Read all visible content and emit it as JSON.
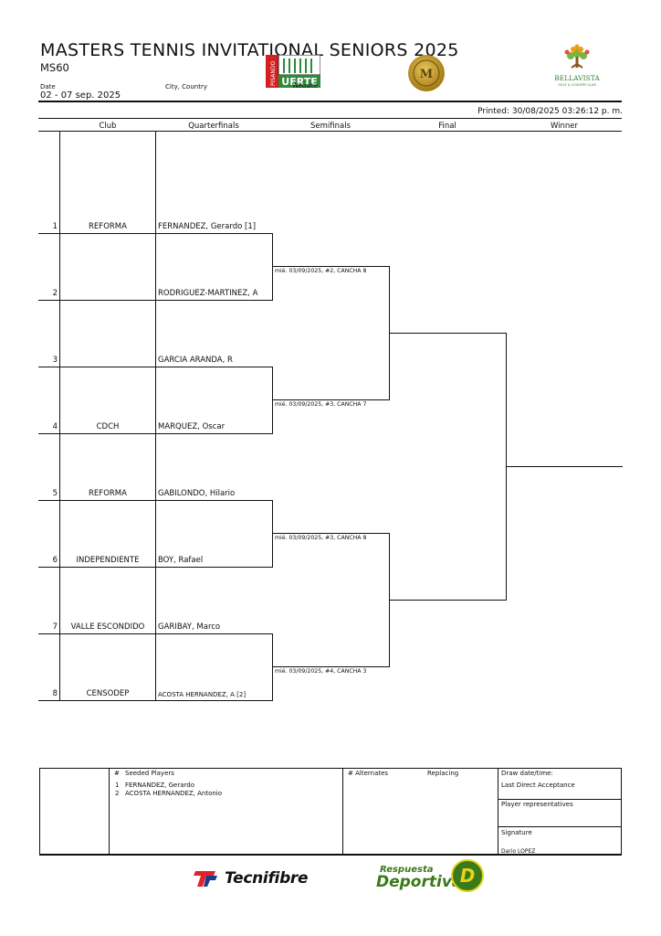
{
  "header": {
    "title": "MASTERS TENNIS INVITATIONAL SENIORS 2025",
    "category": "MS60",
    "date_label": "Date",
    "date_value": "02 - 07 sep. 2025",
    "location": "City, Country",
    "printed": "Printed: 30/08/2025 03:26:12 p. m.",
    "sponsor_pf_text": "PISANDO FUERTE",
    "sponsor_pf_sub": "Website",
    "sponsor_bv_name": "BELLAVISTA",
    "sponsor_bv_sub": "GOLF & COUNTRY CLUB"
  },
  "columns": {
    "club": "Club",
    "quarterfinals": "Quarterfinals",
    "semifinals": "Semifinals",
    "final": "Final",
    "winner": "Winner"
  },
  "entries": [
    {
      "num": "1",
      "club": "REFORMA",
      "player": "FERNANDEZ, Gerardo [1]"
    },
    {
      "num": "2",
      "club": "",
      "player": "RODRIGUEZ-MARTINEZ, A"
    },
    {
      "num": "3",
      "club": "",
      "player": "GARCIA ARANDA, R"
    },
    {
      "num": "4",
      "club": "CDCH",
      "player": "MARQUEZ, Oscar"
    },
    {
      "num": "5",
      "club": "REFORMA",
      "player": "GABILONDO, Hilario"
    },
    {
      "num": "6",
      "club": "INDEPENDIENTE",
      "player": "BOY, Rafael"
    },
    {
      "num": "7",
      "club": "VALLE ESCONDIDO",
      "player": "GARIBAY, Marco"
    },
    {
      "num": "8",
      "club": "CENSODEP",
      "player": "ACOSTA HERNANDEZ, A [2]"
    }
  ],
  "matches": [
    "mié. 03/09/2025, #2, CANCHA 8",
    "mié. 03/09/2025, #3, CANCHA 7",
    "mié. 03/09/2025, #3, CANCHA 8",
    "mié. 03/09/2025, #4, CANCHA 3"
  ],
  "footer": {
    "seed_header_num": "#",
    "seed_header": "Seeded Players",
    "seeds": [
      {
        "num": "1",
        "name": "FERNANDEZ, Gerardo"
      },
      {
        "num": "2",
        "name": "ACOSTA HERNANDEZ, Antonio"
      }
    ],
    "alternates": "# Alternates",
    "replacing": "Replacing",
    "draw_datetime": "Draw date/time:",
    "last_direct": "Last Direct Acceptance",
    "player_reps": "Player representatives",
    "signature": "Signature",
    "signer": "Dario LOPEZ"
  },
  "sponsors": {
    "tecnifibre": "Tecnifibre",
    "respuesta_top": "Respuesta",
    "respuesta_bottom": "Deportiva",
    "respuesta_badge": "D"
  },
  "colors": {
    "pf_red": "#d42020",
    "pf_green": "#2c8a3a",
    "tec_red": "#e0222b",
    "tec_blue": "#1b3a8c",
    "rd_green": "#3a7a1a",
    "rd_yellow": "#e8d21a"
  }
}
